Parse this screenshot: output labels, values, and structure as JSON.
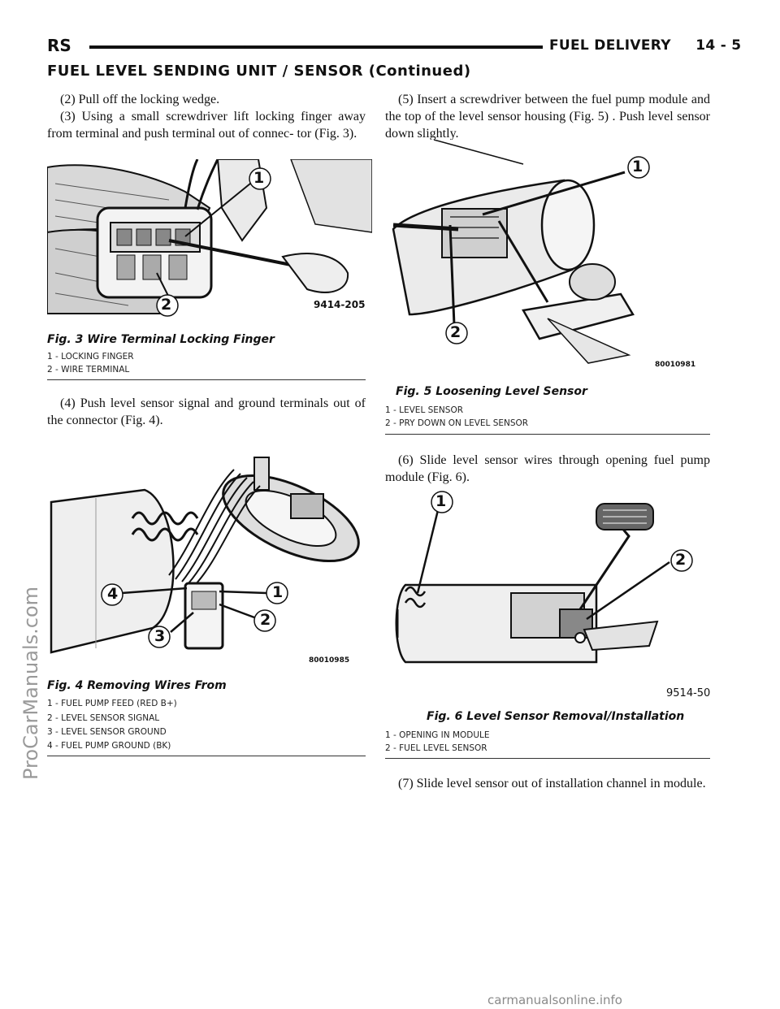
{
  "header": {
    "left": "RS",
    "section": "FUEL DELIVERY",
    "page": "14 - 5"
  },
  "section_title": "FUEL LEVEL SENDING UNIT / SENSOR (Continued)",
  "left_column": {
    "para_2": "(2) Pull off the locking wedge.",
    "para_3": "(3) Using a small screwdriver lift locking finger away from terminal and push terminal out of connec- tor (Fig. 3).",
    "fig3": {
      "code": "9414-205",
      "callout_1": "1",
      "callout_2": "2",
      "caption": "Fig. 3 Wire Terminal Locking Finger",
      "legend": [
        "1 - LOCKING FINGER",
        "2 - WIRE TERMINAL"
      ]
    },
    "para_4": "(4) Push level sensor signal and ground terminals out of the connector (Fig. 4).",
    "fig4": {
      "code": "80010985",
      "callout_1": "1",
      "callout_2": "2",
      "callout_3": "3",
      "callout_4": "4",
      "caption": "Fig. 4 Removing Wires From",
      "legend": [
        "1 - FUEL PUMP FEED (RED B+)",
        "2 - LEVEL SENSOR SIGNAL",
        "3 - LEVEL SENSOR GROUND",
        "4 - FUEL PUMP GROUND (BK)"
      ]
    }
  },
  "right_column": {
    "para_5": "(5) Insert a screwdriver between the fuel pump module and the top of the level sensor housing (Fig. 5) . Push level sensor down slightly.",
    "fig5": {
      "code": "80010981",
      "callout_1": "1",
      "callout_2": "2",
      "caption": "Fig. 5 Loosening Level Sensor",
      "legend": [
        "1 - LEVEL SENSOR",
        "2 - PRY DOWN ON LEVEL SENSOR"
      ]
    },
    "para_6": "(6) Slide level sensor wires through opening fuel pump module (Fig. 6).",
    "fig6": {
      "code": "9514-50",
      "callout_1": "1",
      "callout_2": "2",
      "caption": "Fig. 6 Level Sensor Removal/Installation",
      "legend": [
        "1 - OPENING IN MODULE",
        "2 - FUEL LEVEL SENSOR"
      ]
    },
    "para_7": "(7) Slide level sensor out of installation channel in module."
  },
  "watermarks": {
    "side": "ProCarManuals.com",
    "bottom": "carmanualsonline.info"
  }
}
